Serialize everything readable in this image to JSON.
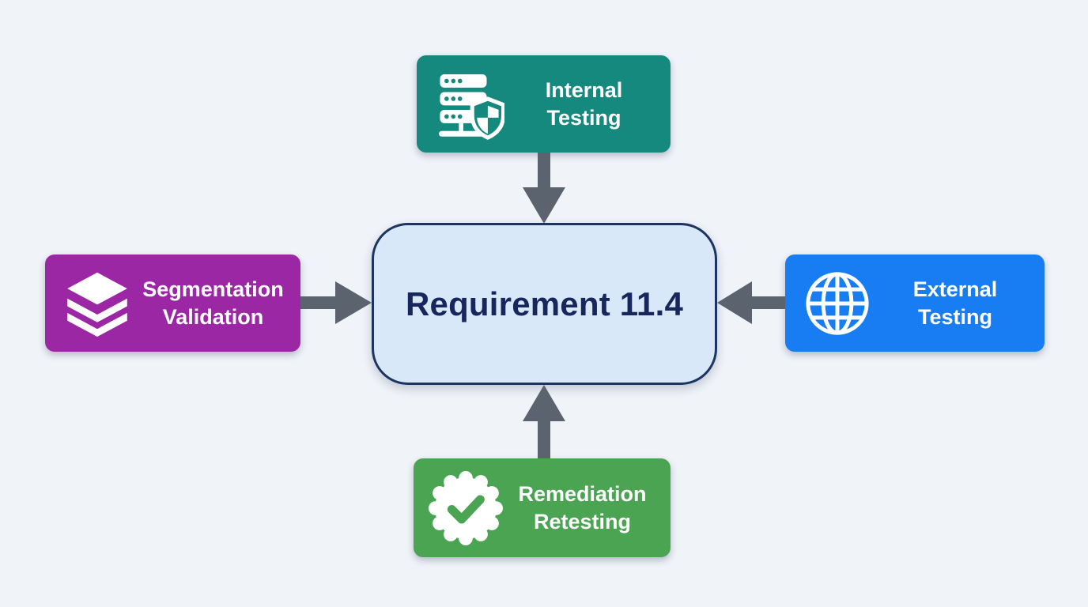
{
  "diagram": {
    "title": "Requirement 11.4",
    "center": {
      "label": "Requirement 11.4",
      "fill": "#d9e8f9",
      "border": "#1d3460",
      "text_color": "#17265c"
    },
    "nodes": [
      {
        "label": "Internal Testing",
        "icon": "server-shield-icon",
        "color": "#16897e",
        "position": "top"
      },
      {
        "label": "Segmentation Validation",
        "icon": "layers-icon",
        "color": "#9c27a5",
        "position": "left"
      },
      {
        "label": "External Testing",
        "icon": "globe-icon",
        "color": "#187df2",
        "position": "right"
      },
      {
        "label": "Remediation Retesting",
        "icon": "badge-check-icon",
        "color": "#4aa452",
        "position": "bottom"
      }
    ],
    "arrows": [
      {
        "from": "Internal Testing",
        "to": "Requirement 11.4",
        "direction": "down"
      },
      {
        "from": "Segmentation Validation",
        "to": "Requirement 11.4",
        "direction": "right"
      },
      {
        "from": "External Testing",
        "to": "Requirement 11.4",
        "direction": "left"
      },
      {
        "from": "Remediation Retesting",
        "to": "Requirement 11.4",
        "direction": "up"
      }
    ],
    "colors": {
      "background": "#f0f3f8",
      "arrow": "#5a636e",
      "node_text": "#ffffff"
    }
  }
}
